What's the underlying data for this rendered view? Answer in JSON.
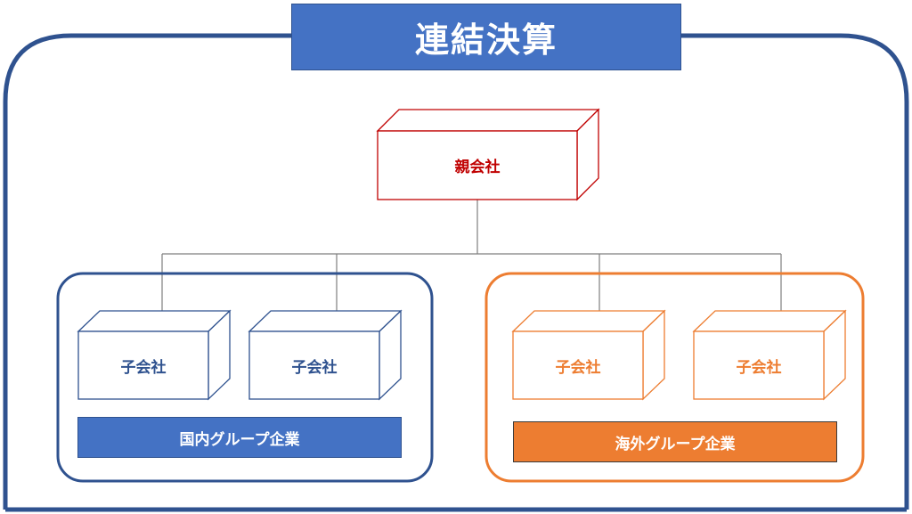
{
  "title": "連結決算",
  "parent": {
    "label": "親会社"
  },
  "groups": [
    {
      "label": "国内グループ企業",
      "subsidiaries": [
        "子会社",
        "子会社"
      ]
    },
    {
      "label": "海外グループ企業",
      "subsidiaries": [
        "子会社",
        "子会社"
      ]
    }
  ],
  "colors": {
    "outer_frame": "#2f528f",
    "title_bg": "#4472c4",
    "parent": "#c00000",
    "domestic": "#2f528f",
    "domestic_bar": "#4472c4",
    "overseas": "#ed7d31",
    "overseas_bar": "#ed7d31",
    "connector": "#7f7f7f"
  }
}
